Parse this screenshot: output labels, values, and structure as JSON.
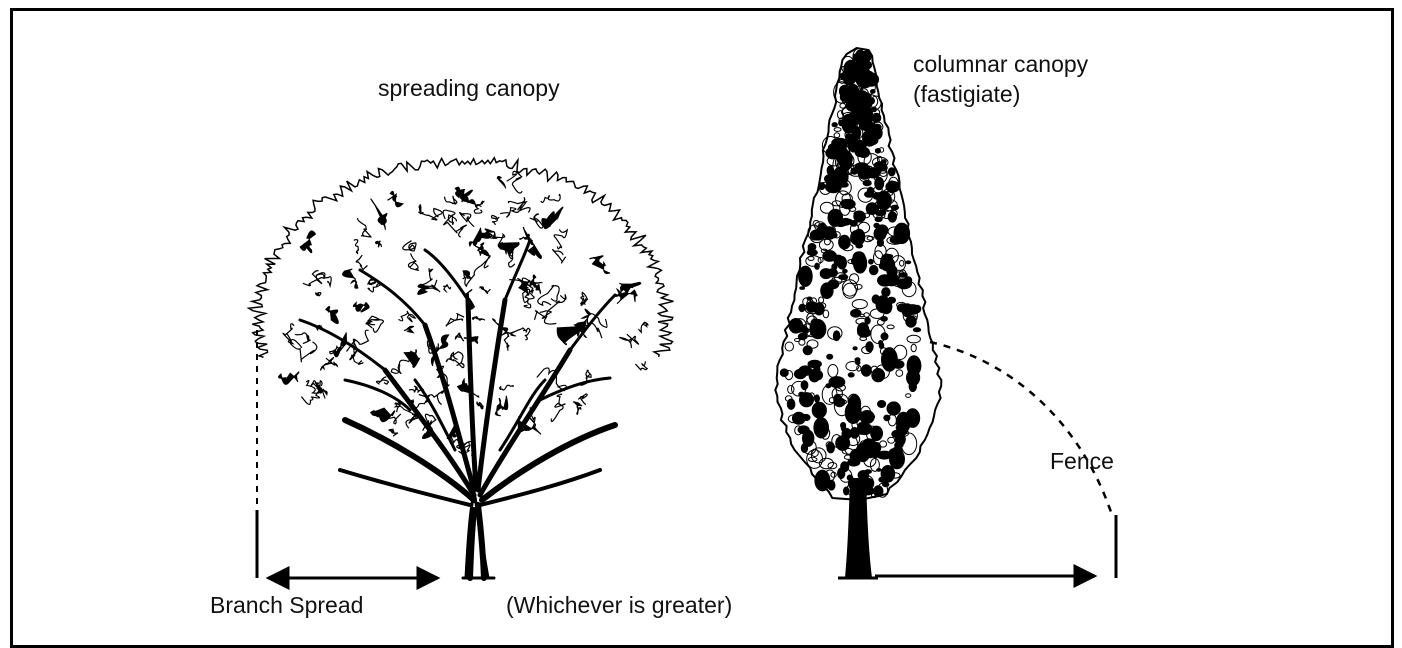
{
  "labels": {
    "spreading": "spreading canopy",
    "columnar_line1": "columnar canopy",
    "columnar_line2": "(fastigiate)",
    "fence": "Fence",
    "branch_spread": "Branch Spread",
    "whichever": "(Whichever is greater)"
  },
  "colors": {
    "ink": "#000000",
    "paper": "#ffffff"
  }
}
